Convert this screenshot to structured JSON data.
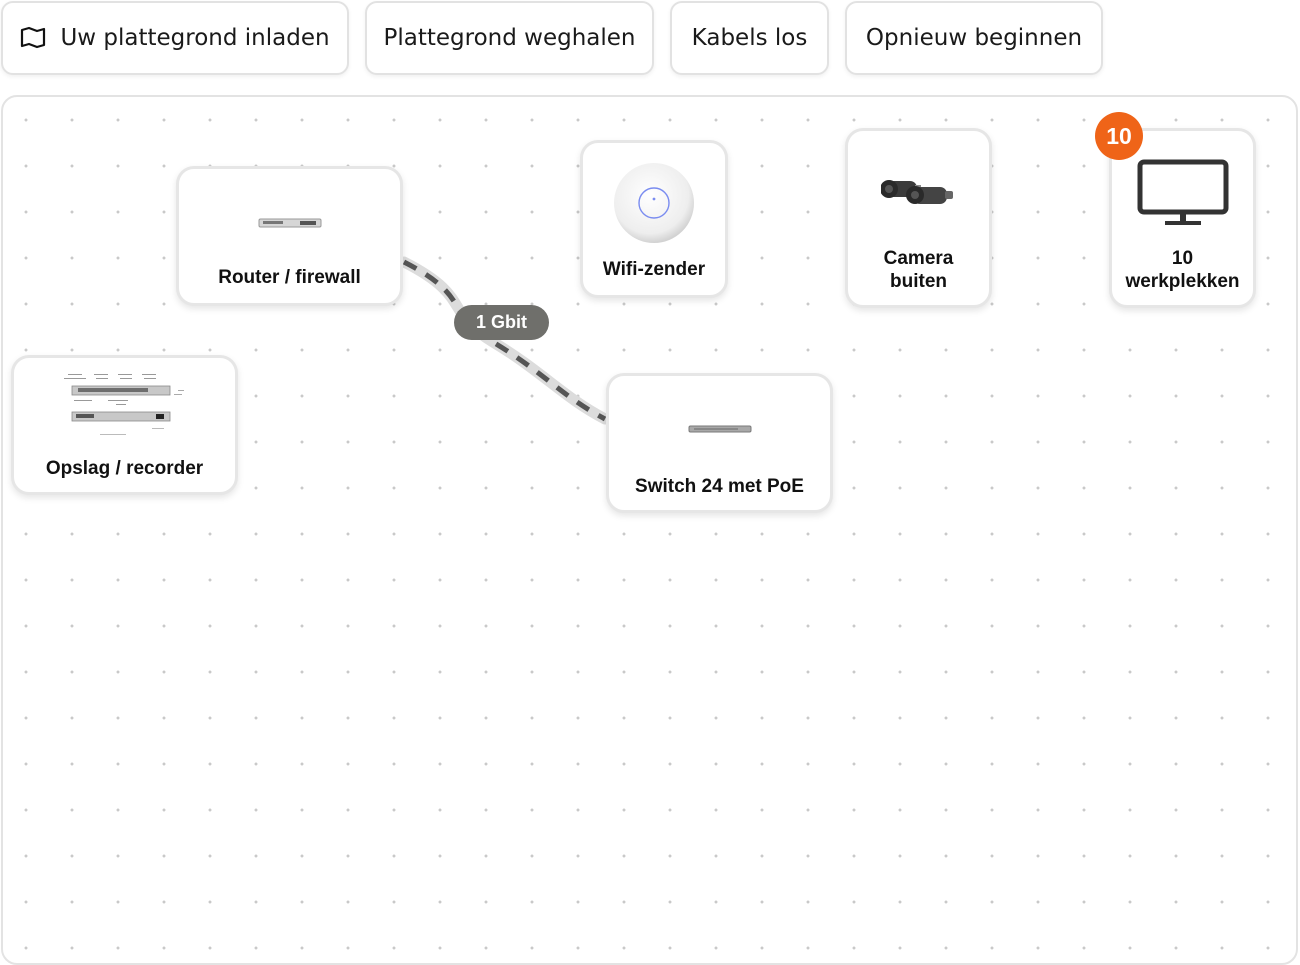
{
  "toolbar": {
    "load_floorplan": "Uw plattegrond inladen",
    "remove_floorplan": "Plattegrond weghalen",
    "disconnect_cables": "Kabels los",
    "restart": "Opnieuw beginnen"
  },
  "devices": {
    "router": {
      "label": "Router / firewall"
    },
    "wifi": {
      "label": "Wifi-zender"
    },
    "camera": {
      "label_line1": "Camera",
      "label_line2": "buiten"
    },
    "workstations": {
      "label_line1": "10",
      "label_line2": "werkplekken",
      "count_badge": "10"
    },
    "storage": {
      "label": "Opslag / recorder"
    },
    "switch": {
      "label": "Switch 24 met PoE"
    }
  },
  "cables": [
    {
      "from": "Router / firewall",
      "to": "Switch 24 met PoE",
      "speed": "1 Gbit"
    }
  ],
  "colors": {
    "badge": "#ef6418",
    "cable": "#5a5a5a",
    "cable_label_bg": "#6f6f6b"
  }
}
